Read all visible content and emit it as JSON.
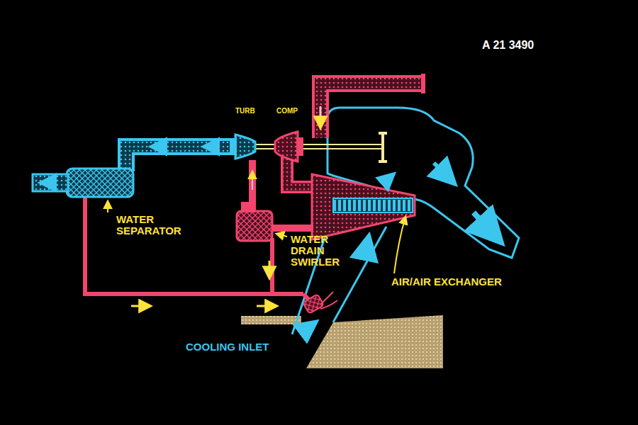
{
  "diagram": {
    "labels": [
      "A 21 3490",
      "TURB",
      "COMP",
      "WATER SEPARATOR",
      "WATER DRAIN SWIRLER",
      "AIR/AIR EXCHANGER",
      "COOLING INLET"
    ]
  }
}
